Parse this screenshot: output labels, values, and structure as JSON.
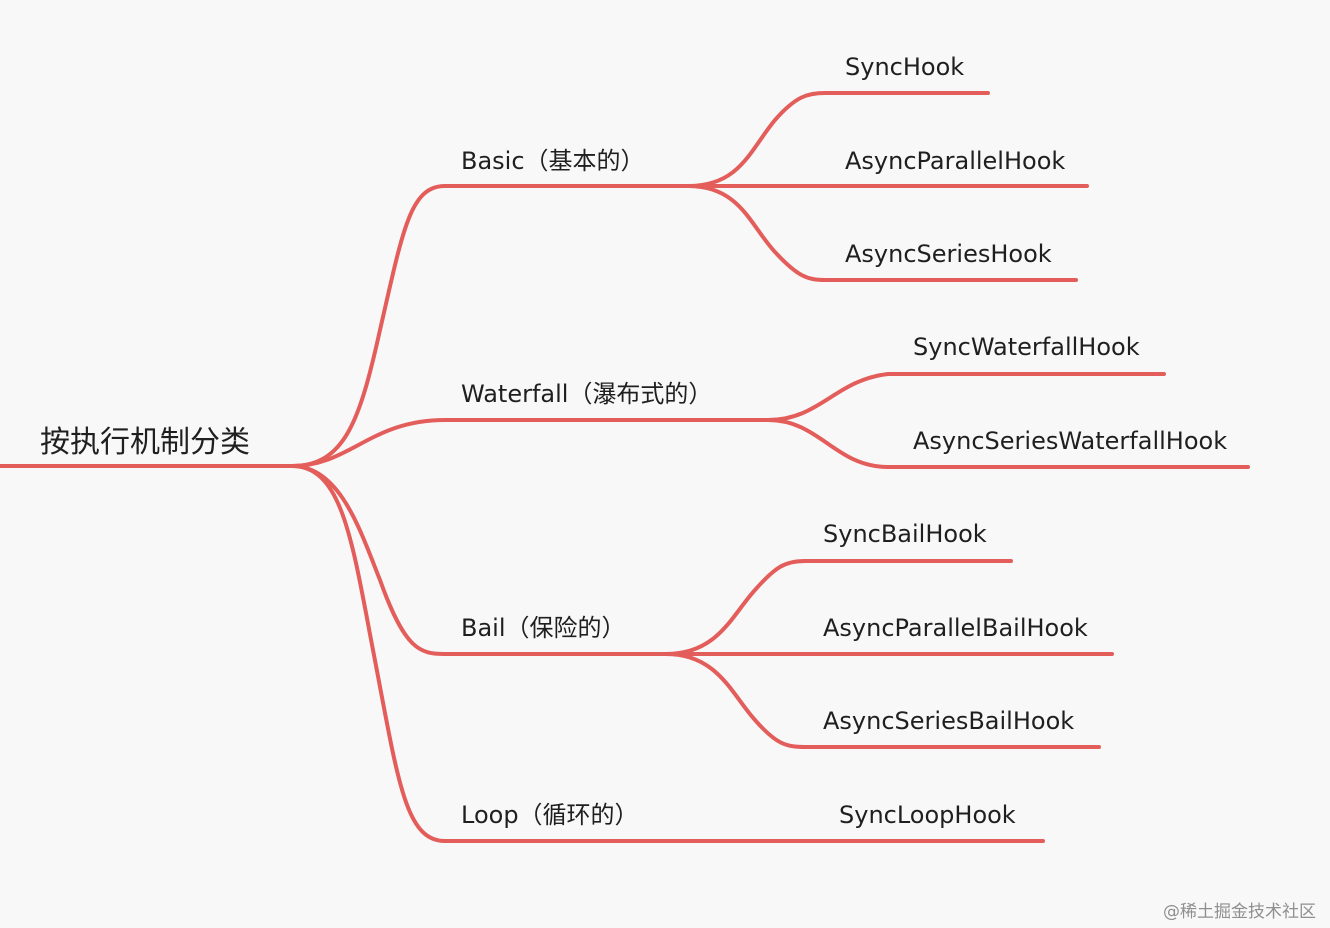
{
  "root": {
    "label": "按执行机制分类"
  },
  "groups": [
    {
      "label": "Basic（基本的）",
      "hooks": [
        "SyncHook",
        "AsyncParallelHook",
        "AsyncSeriesHook"
      ]
    },
    {
      "label": "Waterfall（瀑布式的）",
      "hooks": [
        "SyncWaterfallHook",
        "AsyncSeriesWaterfallHook"
      ]
    },
    {
      "label": "Bail（保险的）",
      "hooks": [
        "SyncBailHook",
        "AsyncParallelBailHook",
        "AsyncSeriesBailHook"
      ]
    },
    {
      "label": "Loop（循环的）",
      "hooks": [
        "SyncLoopHook"
      ]
    }
  ],
  "watermark": "@稀土掘金技术社区",
  "colors": {
    "branch": "#e35d5b",
    "text": "#1f1f1f",
    "background": "#f8f8f8"
  }
}
